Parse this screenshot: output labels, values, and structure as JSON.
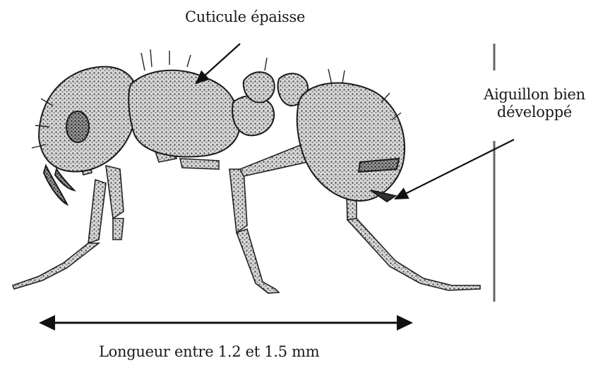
{
  "labels": {
    "cuticle": "Cuticule épaisse",
    "stinger_line1": "Aiguillon bien",
    "stinger_line2": "développé",
    "length": "Longueur entre 1.2 et 1.5 mm"
  },
  "colors": {
    "ink": "#1a1a1a",
    "body_fill": "#c8c8c8",
    "background": "#ffffff"
  }
}
